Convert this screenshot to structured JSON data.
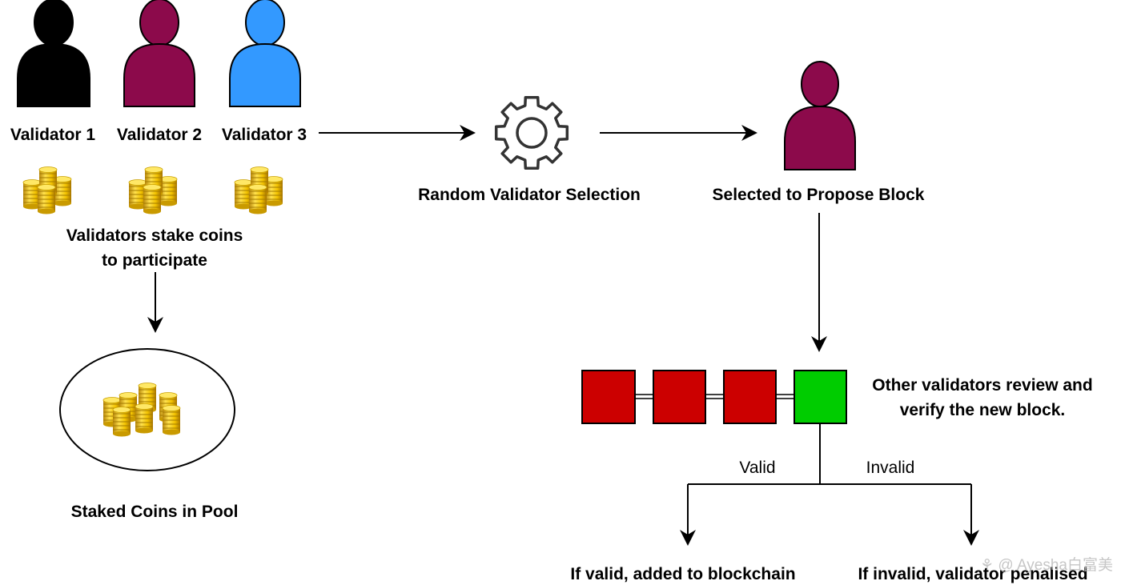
{
  "colors": {
    "validator_1": "#000000",
    "validator_2": "#8c0a4b",
    "validator_3": "#3399ff",
    "selected_validator": "#8c0a4b",
    "chain_block": "#cc0000",
    "new_block": "#00cc00",
    "coin_gold": "#e8c21a"
  },
  "validators": [
    {
      "label": "Validator 1",
      "color": "#000000",
      "icon": "person-icon"
    },
    {
      "label": "Validator 2",
      "color": "#8c0a4b",
      "icon": "person-icon"
    },
    {
      "label": "Validator 3",
      "color": "#3399ff",
      "icon": "person-icon"
    }
  ],
  "stake_caption": {
    "line1": "Validators stake coins",
    "line2": "to participate"
  },
  "pool": {
    "label": "Staked Coins in Pool",
    "icon": "coin-pile-icon"
  },
  "selection": {
    "label": "Random Validator Selection",
    "icon": "gear-icon"
  },
  "selected": {
    "label": "Selected to Propose Block",
    "icon": "person-icon"
  },
  "review": {
    "line1": "Other validators review and",
    "line2": "verify the new block."
  },
  "branches": {
    "valid": "Valid",
    "invalid": "Invalid"
  },
  "outcomes": {
    "valid": "If valid, added to blockchain",
    "invalid": "If invalid, validator penalised"
  },
  "watermark": "⚘ @ Ayesha白富美"
}
